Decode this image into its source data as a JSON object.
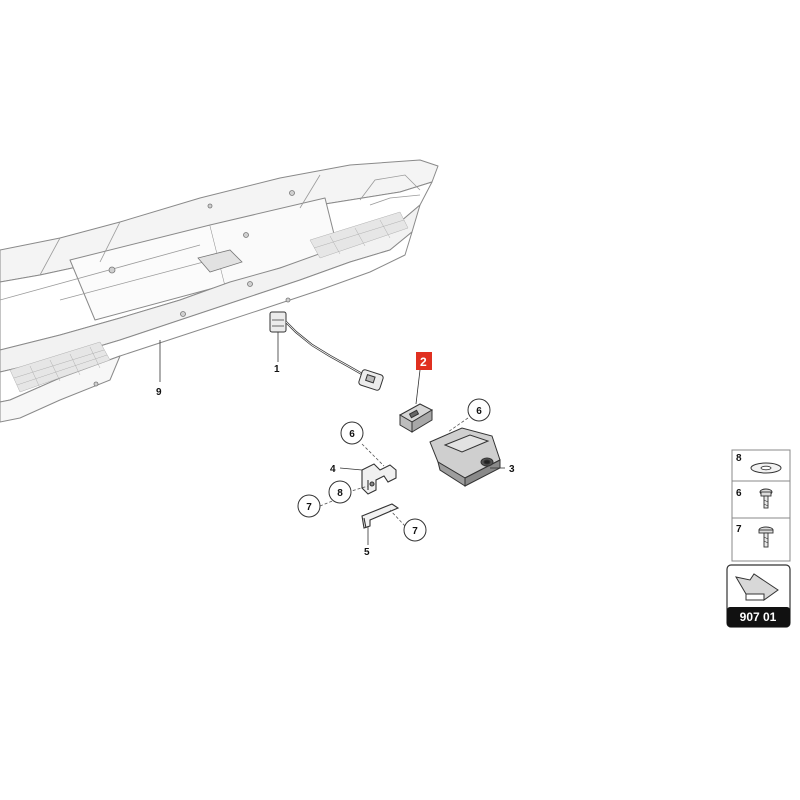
{
  "colors": {
    "line": "#555555",
    "light_line": "#9a9a9a",
    "highlight": "#e03020",
    "page_code_bg": "#111111"
  },
  "icons": [
    "bumper-outline",
    "sensor-with-cable",
    "mounting-bracket",
    "camera-housing",
    "clip",
    "arrow-icon",
    "washer-icon",
    "screw-icon"
  ],
  "callouts": {
    "part_9": "9",
    "part_1": "1",
    "part_2": "2",
    "part_3": "3",
    "part_4": "4",
    "part_5": "5"
  },
  "circles": {
    "c6a": "6",
    "c6b": "6",
    "c8": "8",
    "c7a": "7",
    "c7b": "7"
  },
  "legend": {
    "row1": "8",
    "row2": "6",
    "row3": "7"
  },
  "page_code": "907 01"
}
